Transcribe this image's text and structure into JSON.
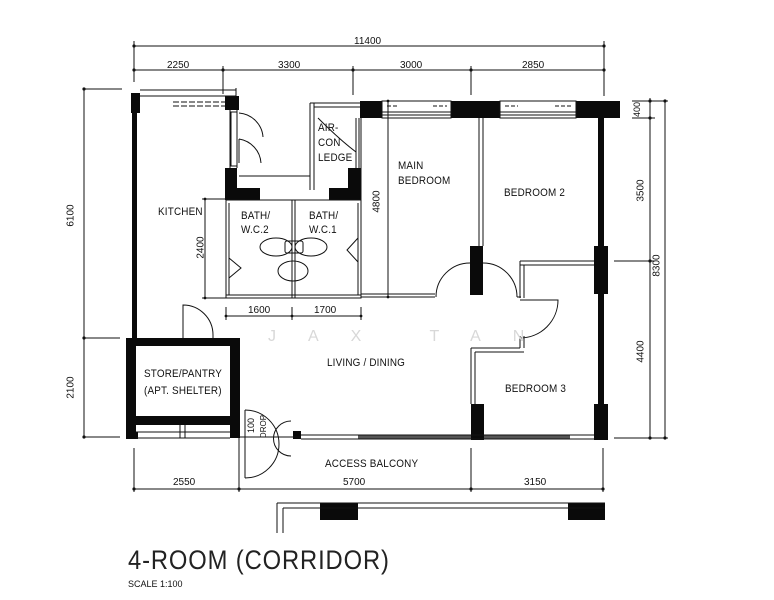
{
  "plan": {
    "title": "4-ROOM (CORRIDOR)",
    "scale": "SCALE   1:100",
    "watermark": "JAX  TAN"
  },
  "rooms": {
    "kitchen": "KITCHEN",
    "bath2_line1": "BATH/",
    "bath2_line2": "W.C.2",
    "bath1_line1": "BATH/",
    "bath1_line2": "W.C.1",
    "aircon_line1": "AIR-",
    "aircon_line2": "CON",
    "aircon_line3": "LEDGE",
    "main_bedroom_line1": "MAIN",
    "main_bedroom_line2": "BEDROOM",
    "bedroom2": "BEDROOM  2",
    "bedroom3": "BEDROOM  3",
    "living_dining": "LIVING  /  DINING",
    "store_line1": "STORE/PANTRY",
    "store_line2": "(APT.  SHELTER)",
    "access_balcony": "ACCESS  BALCONY",
    "drop_line1": "100",
    "drop_line2": "DROP"
  },
  "dimensions": {
    "top_total": "11400",
    "top_segments": [
      "2250",
      "3300",
      "3000",
      "2850"
    ],
    "bottom_segments": [
      "2550",
      "5700",
      "3150"
    ],
    "left": [
      "6100",
      "2100"
    ],
    "right_segments": [
      "400",
      "3500",
      "4400"
    ],
    "right_total": "8300",
    "bath_height": "2400",
    "main_bedroom_height": "4800",
    "bath_widths": [
      "1600",
      "1700"
    ]
  }
}
